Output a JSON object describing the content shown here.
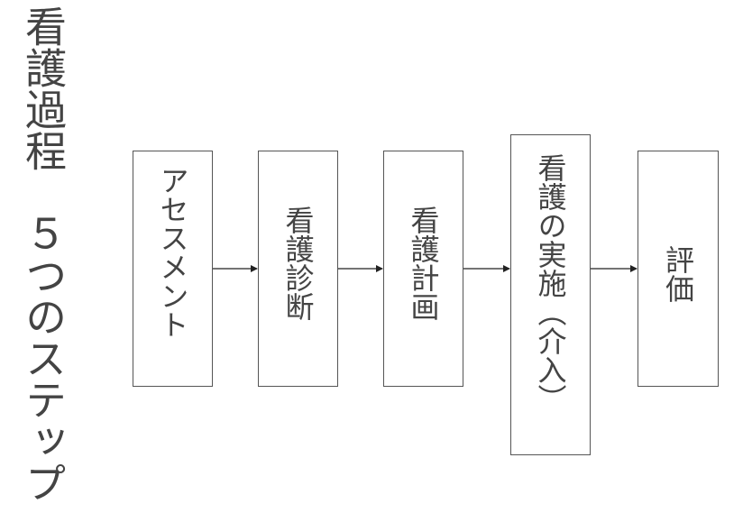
{
  "title": "看護過程　５つのステップ",
  "steps": [
    {
      "label": "アセスメント"
    },
    {
      "label": "看護診断"
    },
    {
      "label": "看護計画"
    },
    {
      "label": "看護の実施（介入）"
    },
    {
      "label": "評価"
    }
  ],
  "colors": {
    "border": "#555555",
    "text": "#444444",
    "arrow": "#222222"
  }
}
